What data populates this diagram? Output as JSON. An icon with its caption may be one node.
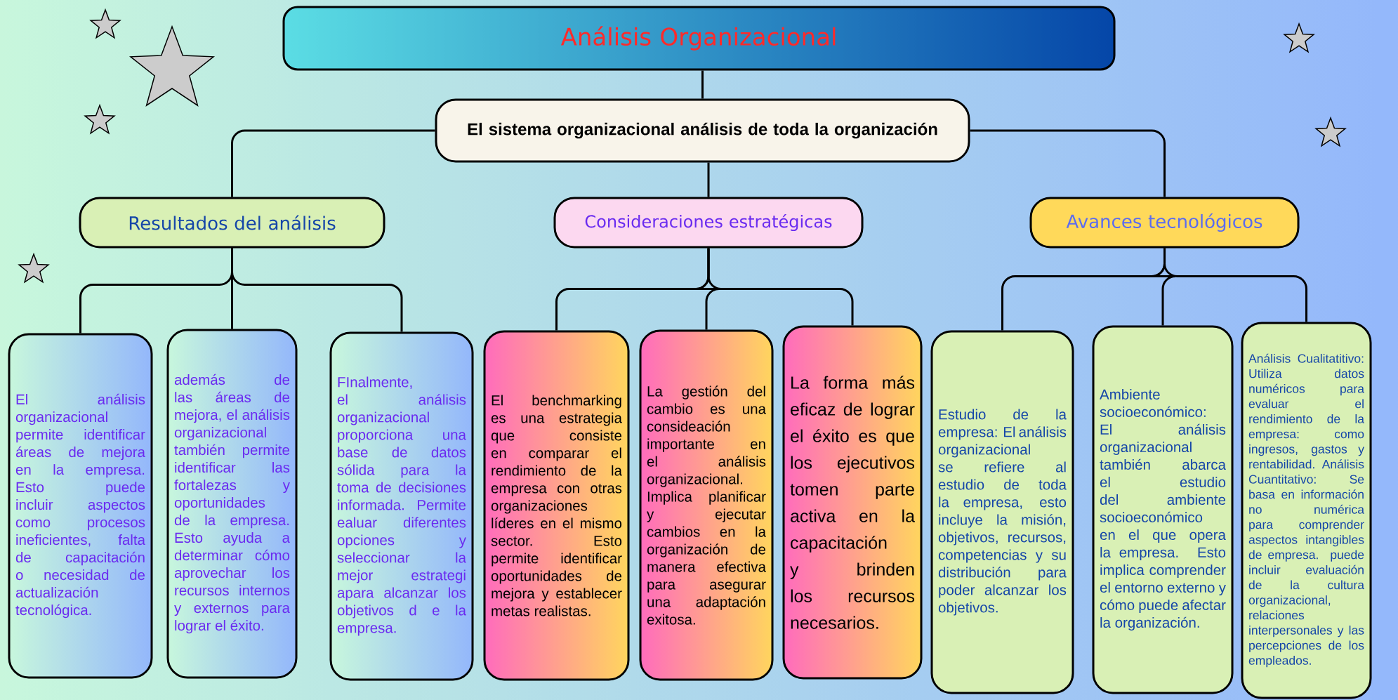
{
  "diagram": {
    "nodes": [
      {
        "text": [
          "Análisis Organizacional"
        ]
      },
      {
        "text": [
          "El sistema organizacional análisis de toda la organización"
        ]
      },
      {
        "text": [
          "Resultados del análisis"
        ]
      },
      {
        "text": [
          "Consideraciones estratégicas"
        ]
      },
      {
        "text": [
          "Avances tecnológicos"
        ]
      },
      {
        "text": [
          "El análisis organizacional permite identificar áreas de mejora en la empresa. Esto puede incluir aspectos como procesos ineficientes, falta de capacitación o necesidad de actualización tecnológica."
        ]
      },
      {
        "text": [
          "además de las áreas de mejora, el análisis organizacional también permite identificar las fortalezas y oportunidades de la empresa. Esto ayuda a determinar cómo aprovechar los recursos internos y externos para lograr el éxito."
        ]
      },
      {
        "text": [
          "FInalmente, el análisis organizacional proporciona una base de datos sólida para la toma de decisiones informada. Permite ealuar diferentes opciones y seleccionar la mejor estrategi apara alcanzar los objetivos d e la empresa."
        ]
      },
      {
        "text": [
          "El benchmarking es una estrategia que consiste en comparar el rendimiento de la empresa con otras organizaciones líderes en el mismo sector. Esto permite identificar oportunidades de mejora y establecer metas realistas."
        ]
      },
      {
        "text": [
          "La gestión del cambio es una consideación importante en el análisis organizacional. Implica planificar y ejecutar cambios en la organización de manera efectiva para asegurar una adaptación exitosa."
        ]
      },
      {
        "text": [
          "La forma más eficaz de lograr el éxito es que los ejecutivos tomen parte activa en la capacitación y brinden los recursos necesarios."
        ]
      },
      {
        "text": [
          "Estudio de la empresa: El análisis organizacional se refiere al estudio de toda la empresa, esto incluye la misión, objetivos, recursos, competencias y su distribución para poder alcanzar los objetivos."
        ]
      },
      {
        "text": [
          "Ambiente socioeconómico: El análisis organizacional también abarca el estudio del ambiente socioeconómico en el que opera la empresa. Esto implica comprender el entorno externo y cómo puede afectar la organización."
        ]
      },
      {
        "text": [
          "Análisis Cualitatitivo: Utiliza datos numéricos para evaluar el rendimiento de la empresa: como ingresos, gastos y rentabilidad. Análisis Cuantitativo: Se basa en información no numérica para comprender aspectos intangibles de empresa. puede incluir evaluación de la cultura organizacional, relaciones interpersonales y las percepciones de los empleados."
        ]
      }
    ],
    "edges": [
      {
        "from": 0,
        "to": 1,
        "arrow": "none"
      },
      {
        "from": 1,
        "to": 2,
        "arrow": "none"
      },
      {
        "from": 1,
        "to": 3,
        "arrow": "none"
      },
      {
        "from": 1,
        "to": 4,
        "arrow": "none"
      },
      {
        "from": 2,
        "to": 5,
        "arrow": "none"
      },
      {
        "from": 2,
        "to": 6,
        "arrow": "none"
      },
      {
        "from": 2,
        "to": 7,
        "arrow": "none"
      },
      {
        "from": 3,
        "to": 8,
        "arrow": "none"
      },
      {
        "from": 3,
        "to": 9,
        "arrow": "none"
      },
      {
        "from": 3,
        "to": 10,
        "arrow": "none"
      },
      {
        "from": 4,
        "to": 11,
        "arrow": "none"
      },
      {
        "from": 4,
        "to": 12,
        "arrow": "none"
      },
      {
        "from": 4,
        "to": 13,
        "arrow": "none"
      }
    ]
  }
}
